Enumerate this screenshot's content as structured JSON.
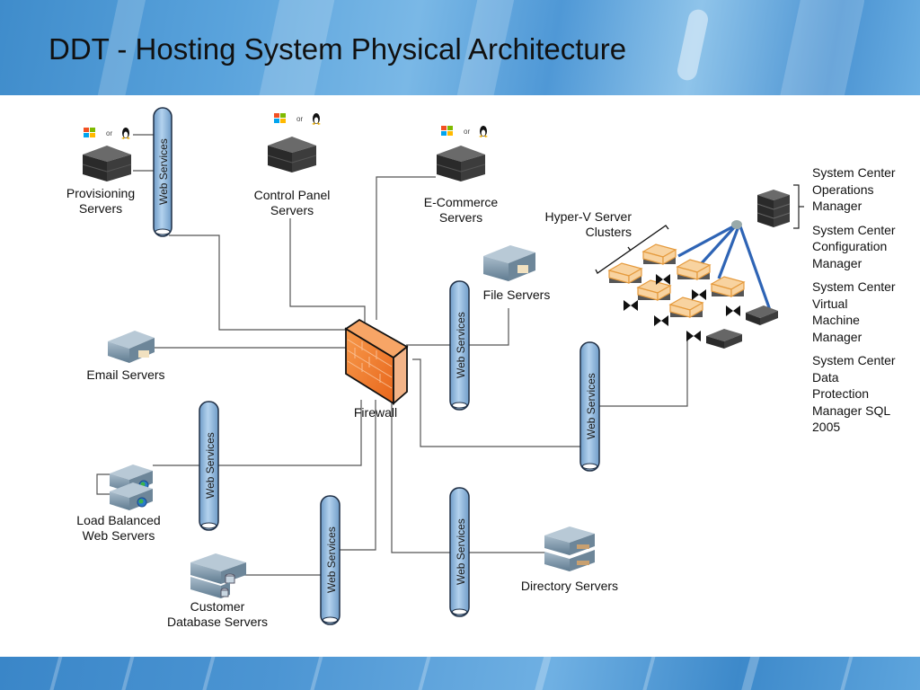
{
  "slide": {
    "title": "DDT - Hosting System Physical Architecture"
  },
  "os_choice": {
    "windows_icon": "windows-logo-icon",
    "linux_icon": "linux-tux-icon",
    "separator": "or"
  },
  "bus_label": "Web Services",
  "nodes": {
    "provisioning": "Provisioning Servers",
    "control_panel": "Control Panel Servers",
    "ecommerce": "E-Commerce Servers",
    "hyperv": "Hyper-V Server Clusters",
    "file": "File Servers",
    "email": "Email Servers",
    "firewall": "Firewall",
    "load_balanced": "Load Balanced Web Servers",
    "customer_db": "Customer Database Servers",
    "directory": "Directory Servers"
  },
  "node_lines": {
    "provisioning": [
      "Provisioning",
      "Servers"
    ],
    "control_panel": [
      "Control Panel",
      "Servers"
    ],
    "ecommerce": [
      "E-Commerce",
      "Servers"
    ],
    "hyperv": [
      "Hyper-V Server",
      "Clusters"
    ],
    "load_balanced": [
      "Load Balanced",
      "Web Servers"
    ],
    "customer_db": [
      "Customer",
      "Database Servers"
    ]
  },
  "system_center": [
    "System Center Operations Manager",
    "System Center Configuration Manager",
    "System Center Virtual Machine Manager",
    "System Center Data Protection Manager SQL 2005"
  ],
  "system_center_lines": [
    [
      "System Center",
      "Operations",
      "Manager"
    ],
    [
      "System Center",
      "Configuration",
      "Manager"
    ],
    [
      "System Center",
      "Virtual",
      "Machine",
      "Manager"
    ],
    [
      "System Center",
      "Data",
      "Protection",
      "Manager SQL",
      "2005"
    ]
  ],
  "colors": {
    "bus_fill": "#9dc3e6",
    "bus_stroke": "#1f2f45",
    "firewall": "#f07a2a",
    "connector": "#555555",
    "cluster_link": "#2e64b5",
    "cluster_node": "#f5b96b"
  }
}
